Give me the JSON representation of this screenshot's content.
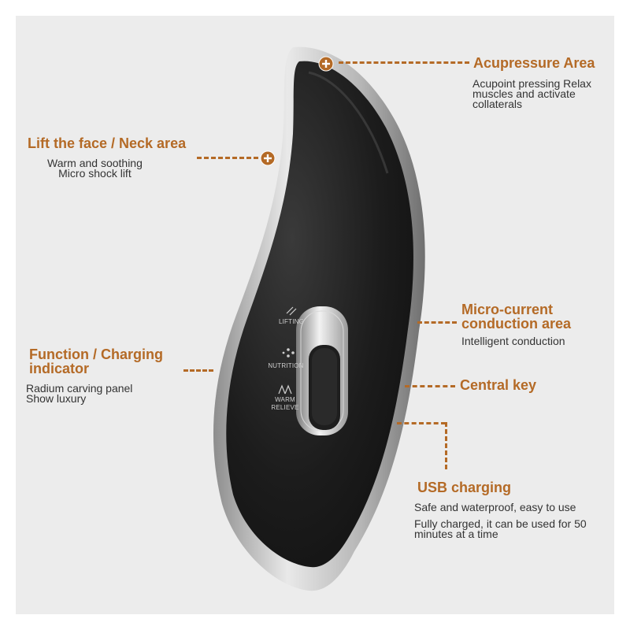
{
  "colors": {
    "accent": "#b46a26",
    "background": "#ececec",
    "device_body": "#1a1a1a",
    "device_trim": "#c0c0c0"
  },
  "icons": [
    "plus-circle-icon",
    "lifting-icon",
    "nutrition-icon",
    "warm-relieve-icon"
  ],
  "callouts": {
    "acupressure": {
      "title": "Acupressure Area",
      "desc": "Acupoint pressing Relax\nmuscles and activate\ncollaterals"
    },
    "lift": {
      "title": "Lift the face / Neck area",
      "desc": "Warm and soothing\nMicro shock lift"
    },
    "micro_current": {
      "title_line1": "Micro-current",
      "title_line2": "conduction area",
      "desc": "Intelligent conduction"
    },
    "function": {
      "title_line1": "Function / Charging",
      "title_line2": "indicator",
      "desc": "Radium carving panel\nShow luxury"
    },
    "central_key": {
      "title": "Central key"
    },
    "usb": {
      "title": "USB charging",
      "desc1": "Safe and waterproof, easy to use",
      "desc2": "Fully charged, it can be used for 50\nminutes at a time"
    }
  },
  "device": {
    "modes": {
      "lifting": "LIFTING",
      "nutrition": "NUTRITION",
      "warm": "WARM",
      "relieve": "RELIEVE"
    }
  }
}
